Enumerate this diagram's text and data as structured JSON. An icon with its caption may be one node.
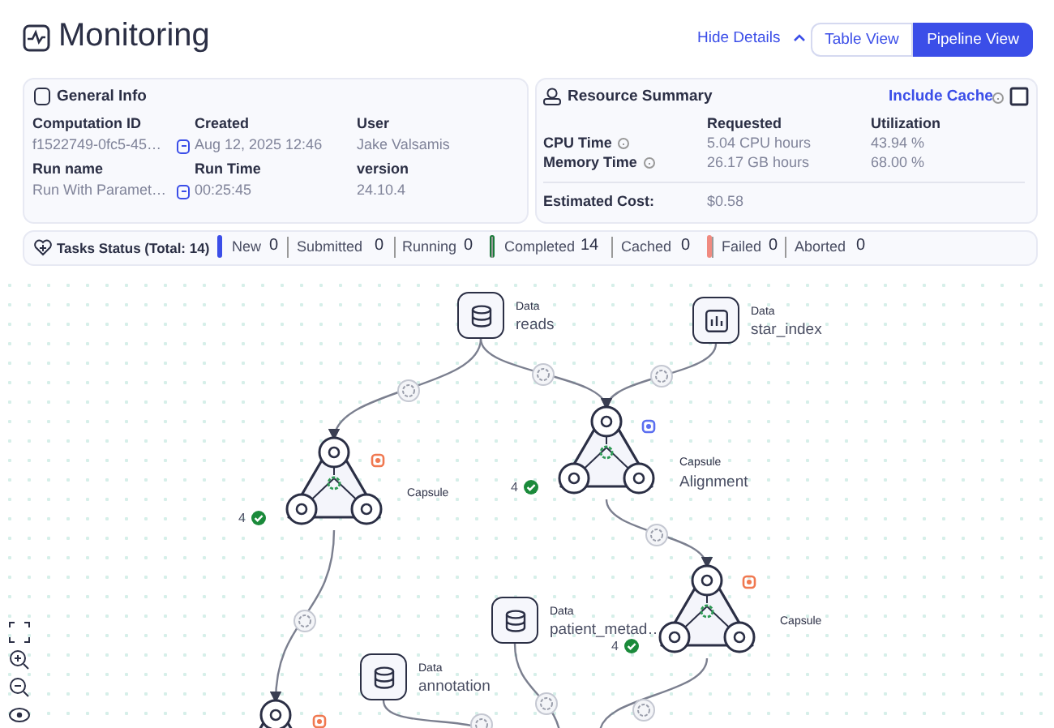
{
  "diagram": {
    "title": "Monitoring",
    "nodes": [
      {
        "text": [
          "Data",
          "reads"
        ]
      },
      {
        "text": [
          "Data",
          "star_index"
        ]
      },
      {
        "text": [
          "Capsule"
        ],
        "beside": [
          "4"
        ]
      },
      {
        "text": [
          "Capsule",
          "Alignment"
        ],
        "beside": [
          "4"
        ]
      },
      {
        "text": [
          "Data",
          "patient_metad…"
        ]
      },
      {
        "text": [
          "Capsule"
        ],
        "beside": [
          "4"
        ]
      },
      {
        "text": [
          "Data",
          "annotation"
        ]
      },
      {
        "text": [],
        "shape": "triangle"
      }
    ],
    "edges": [
      {
        "from": 0,
        "to": 2,
        "arrow": "to"
      },
      {
        "from": 0,
        "to": 3,
        "arrow": "to"
      },
      {
        "from": 1,
        "to": 3,
        "arrow": "to"
      },
      {
        "from": 3,
        "to": 5,
        "arrow": "to"
      },
      {
        "from": 2,
        "to": 7,
        "arrow": "to"
      },
      {
        "from": 6,
        "to": null,
        "arrow": "none"
      },
      {
        "from": 4,
        "to": null,
        "arrow": "none"
      },
      {
        "from": 5,
        "to": null,
        "arrow": "none"
      }
    ],
    "labels": [
      "Hide Details",
      "Table View",
      "Pipeline View",
      "General Info",
      "Computation ID",
      "Created",
      "User",
      "f1522749-0fc5-45…",
      "Aug 12, 2025 12:46",
      "Jake Valsamis",
      "Run name",
      "Run Time",
      "version",
      "Run With Paramet…",
      "00:25:45",
      "24.10.4",
      "Resource Summary",
      "Include Cache",
      "Requested",
      "Utilization",
      "CPU Time",
      "5.04 CPU hours",
      "43.94 %",
      "Memory Time",
      "26.17 GB hours",
      "68.00 %",
      "Estimated Cost:",
      "$0.58",
      "Tasks Status (Total: 14)",
      "New",
      "0",
      "Submitted",
      "0",
      "Running",
      "0",
      "Completed",
      "14",
      "Cached",
      "0",
      "Failed",
      "0",
      "Aborted",
      "0"
    ]
  }
}
